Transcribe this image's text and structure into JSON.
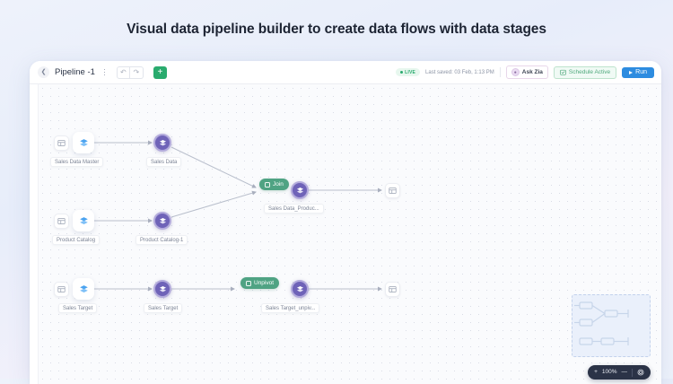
{
  "headline": "Visual data pipeline builder to create data flows with data stages",
  "toolbar": {
    "back_icon": "chevron-left-icon",
    "title": "Pipeline -1",
    "menu_icon": "kebab-menu-icon",
    "undo_label": "↶",
    "redo_label": "↷",
    "add_label": "+",
    "live_label": "LIVE",
    "last_saved": "Last saved: 03 Feb, 1:13 PM",
    "zia_label": "Ask Zia",
    "zia_icon": "zia-avatar-icon",
    "schedule_label": "Schedule Active",
    "schedule_icon": "calendar-check-icon",
    "run_label": "Run",
    "run_icon": "play-icon"
  },
  "canvas": {
    "rows": [
      {
        "source_icon": "table-icon",
        "source_node_icon": "layers-icon",
        "source_label": "Sales Data Master",
        "stage_label": "Sales Data"
      },
      {
        "source_icon": "table-icon",
        "source_node_icon": "layers-icon",
        "source_label": "Product Catalog",
        "stage_label": "Product Catalog-1"
      },
      {
        "source_icon": "table-icon",
        "source_node_icon": "layers-icon",
        "source_label": "Sales Target",
        "stage_label": "Sales Target"
      }
    ],
    "join": {
      "op_label": "Join",
      "op_icon": "join-icon",
      "result_label": "Sales Data_Produc...",
      "output_icon": "table-icon"
    },
    "unpivot": {
      "op_label": "Unpivot",
      "op_icon": "unpivot-icon",
      "result_label": "Sales Target_unpiv...",
      "output_icon": "table-icon"
    }
  },
  "minimap": {
    "name": "minimap-panel"
  },
  "zoom_control": {
    "zoom_in": "+",
    "level": "100%",
    "zoom_out": "—",
    "fit_icon": "fit-screen-icon"
  },
  "colors": {
    "accent_green": "#2aab6e",
    "op_green": "#4fa383",
    "stage_purple": "#6f63b8",
    "run_blue": "#2d8ce0"
  }
}
